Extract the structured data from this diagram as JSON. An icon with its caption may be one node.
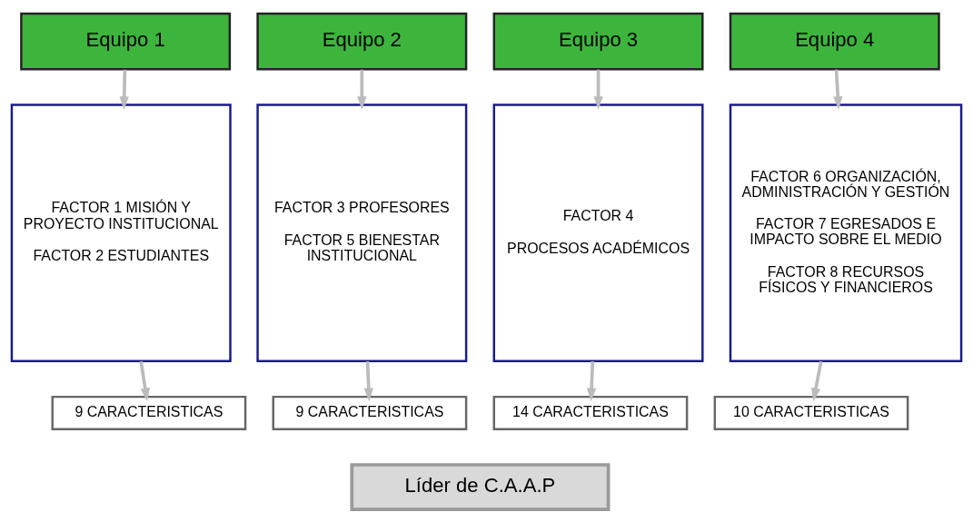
{
  "diagram": {
    "nodes": [
      {
        "text": [
          "Equipo 1"
        ]
      },
      {
        "text": [
          "Equipo 2"
        ]
      },
      {
        "text": [
          "Equipo 3"
        ]
      },
      {
        "text": [
          "Equipo 4"
        ]
      },
      {
        "text": [
          "FACTOR 1 MISIÓN Y PROYECTO INSTITUCIONAL",
          "FACTOR 2 ESTUDIANTES"
        ]
      },
      {
        "text": [
          "FACTOR 3 PROFESORES",
          "FACTOR 5 BIENESTAR INSTITUCIONAL"
        ]
      },
      {
        "text": [
          "FACTOR 4",
          "PROCESOS ACADÉMICOS"
        ]
      },
      {
        "text": [
          "FACTOR 6 ORGANIZACIÓN, ADMINISTRACIÓN Y GESTIÓN",
          "FACTOR 7 EGRESADOS E IMPACTO SOBRE EL MEDIO",
          "FACTOR 8 RECURSOS FÍSICOS Y FINANCIEROS"
        ]
      },
      {
        "text": [
          "9 CARACTERISTICAS"
        ]
      },
      {
        "text": [
          "9 CARACTERISTICAS"
        ]
      },
      {
        "text": [
          "14 CARACTERISTICAS"
        ]
      },
      {
        "text": [
          "10 CARACTERISTICAS"
        ]
      },
      {
        "text": [
          "Líder de C.A.A.P"
        ]
      }
    ],
    "edges": [
      {
        "from": 0,
        "to": 4,
        "arrow": "to"
      },
      {
        "from": 1,
        "to": 5,
        "arrow": "to"
      },
      {
        "from": 2,
        "to": 6,
        "arrow": "to"
      },
      {
        "from": 3,
        "to": 7,
        "arrow": "to"
      },
      {
        "from": 4,
        "to": 8,
        "arrow": "to"
      },
      {
        "from": 5,
        "to": 9,
        "arrow": "to"
      },
      {
        "from": 6,
        "to": 10,
        "arrow": "to"
      },
      {
        "from": 7,
        "to": 11,
        "arrow": "to"
      }
    ]
  }
}
